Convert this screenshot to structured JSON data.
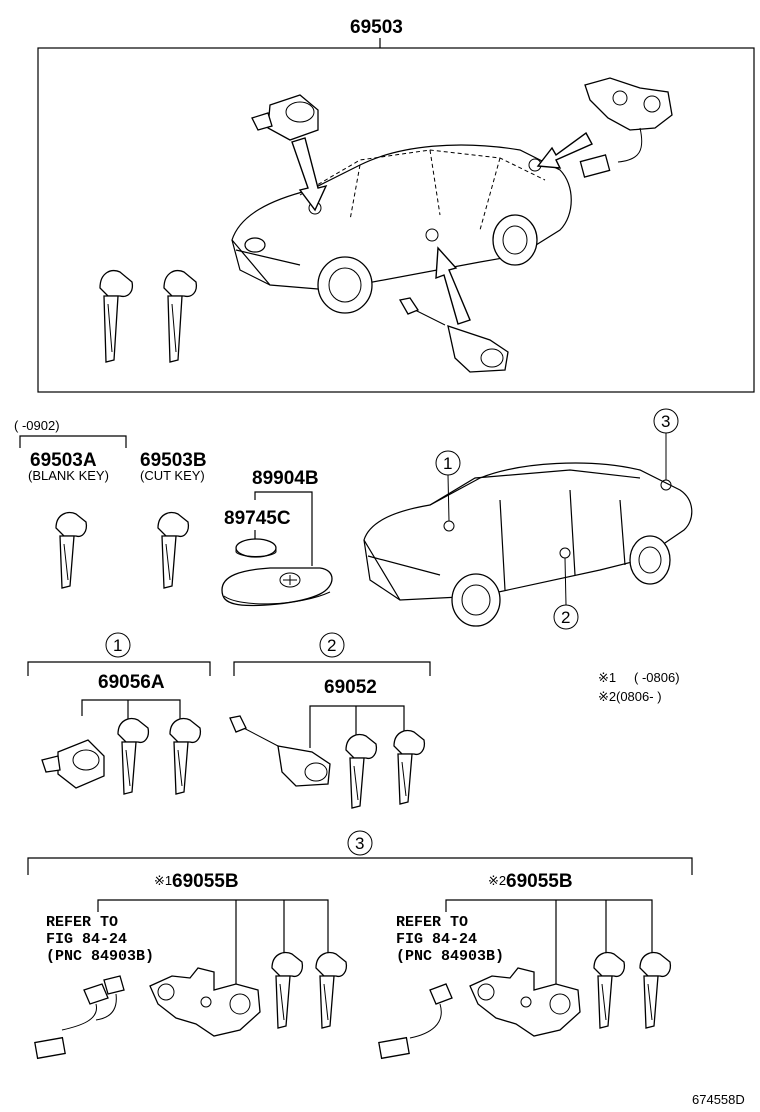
{
  "parts": {
    "main_assembly": "69503",
    "blank_key": "69503A",
    "blank_key_desc": "(BLANK KEY)",
    "blank_key_range": "(      -0902)",
    "cut_key": "69503B",
    "cut_key_desc": "(CUT KEY)",
    "transmitter": "89904B",
    "battery": "89745C",
    "set1": "69056A",
    "set2": "69052",
    "set3a": "69055B",
    "set3b": "69055B"
  },
  "callouts": {
    "c1": "1",
    "c2": "2",
    "c3": "3"
  },
  "notes": {
    "note1_mark": "※1",
    "note1_range": "(      -0806)",
    "note2_mark": "※2",
    "note2_range": "(0806-      )",
    "set3a_mark": "※1",
    "set3b_mark": "※2"
  },
  "refer": {
    "line1": "REFER TO",
    "line2": "FIG 84-24",
    "line3": "(PNC 84903B)"
  },
  "footer_code": "674558D"
}
